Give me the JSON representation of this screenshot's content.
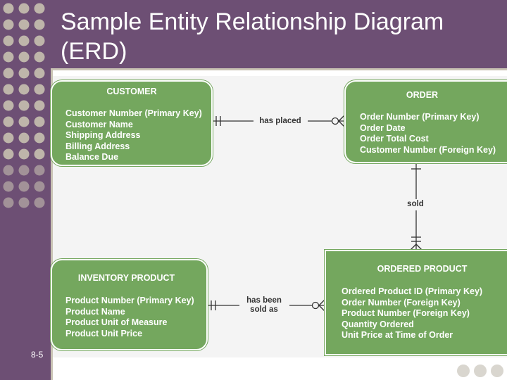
{
  "slide": {
    "title": "Sample Entity Relationship Diagram (ERD)",
    "number": "8-5",
    "colors": {
      "band": "#6d4f74",
      "dot": "#c6c0b0",
      "entity": "#74a75e",
      "connector": "#333333"
    }
  },
  "entities": {
    "customer": {
      "name": "CUSTOMER",
      "attributes": [
        "Customer Number (Primary Key)",
        "Customer Name",
        "Shipping Address",
        "Billing Address",
        "Balance Due"
      ]
    },
    "order": {
      "name": "ORDER",
      "attributes": [
        "Order Number (Primary Key)",
        "Order Date",
        "Order Total Cost",
        "Customer Number (Foreign Key)"
      ]
    },
    "inventory_product": {
      "name": "INVENTORY PRODUCT",
      "attributes": [
        "Product Number (Primary Key)",
        "Product Name",
        "Product Unit of Measure",
        "Product Unit Price"
      ]
    },
    "ordered_product": {
      "name": "ORDERED PRODUCT",
      "attributes": [
        "Ordered Product ID (Primary Key)",
        "Order Number (Foreign Key)",
        "Product Number (Foreign Key)",
        "Quantity Ordered",
        "Unit Price at Time of Order"
      ]
    }
  },
  "relationships": {
    "customer_order": {
      "label": "has placed"
    },
    "order_ordered_product": {
      "label": "sold"
    },
    "inventory_ordered_product": {
      "label": "has been sold as"
    }
  }
}
